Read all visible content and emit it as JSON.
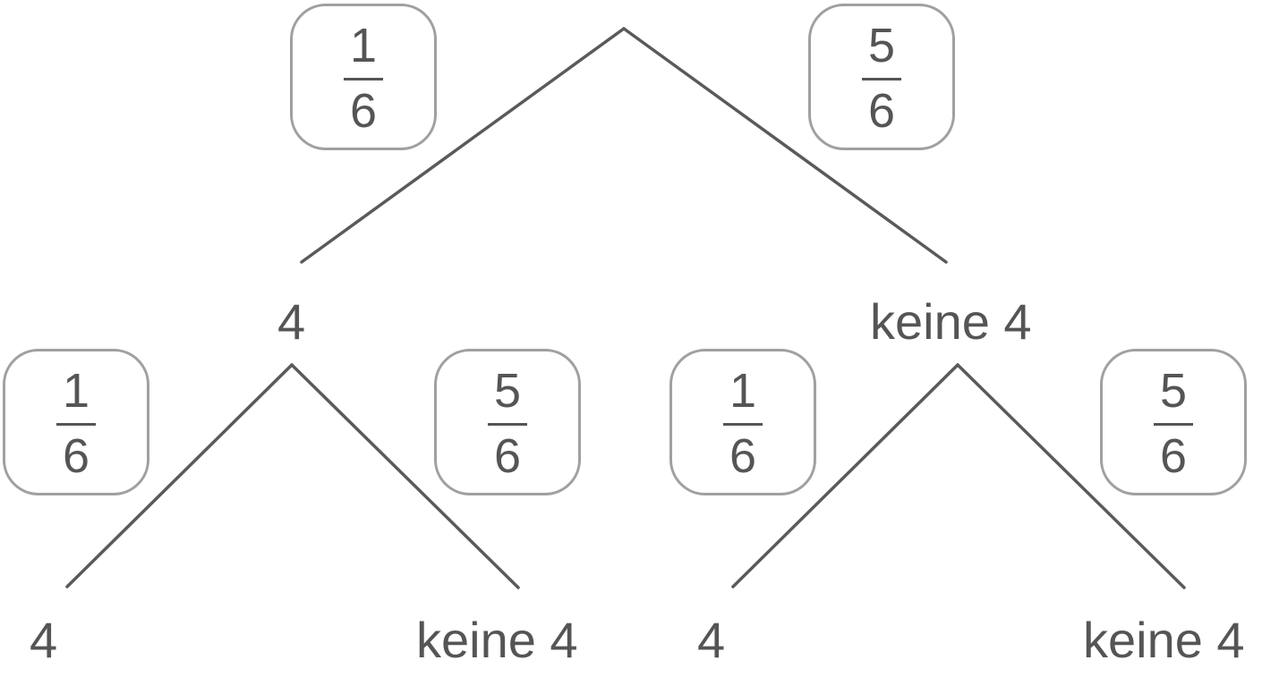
{
  "tree": {
    "level1": {
      "branch_left": {
        "numerator": "1",
        "denominator": "6"
      },
      "branch_right": {
        "numerator": "5",
        "denominator": "6"
      },
      "node_left": "4",
      "node_right": "keine 4"
    },
    "level2_left": {
      "branch_left": {
        "numerator": "1",
        "denominator": "6"
      },
      "branch_right": {
        "numerator": "5",
        "denominator": "6"
      },
      "node_left": "4",
      "node_right": "keine 4"
    },
    "level2_right": {
      "branch_left": {
        "numerator": "1",
        "denominator": "6"
      },
      "branch_right": {
        "numerator": "5",
        "denominator": "6"
      },
      "node_left": "4",
      "node_right": "keine 4"
    }
  }
}
